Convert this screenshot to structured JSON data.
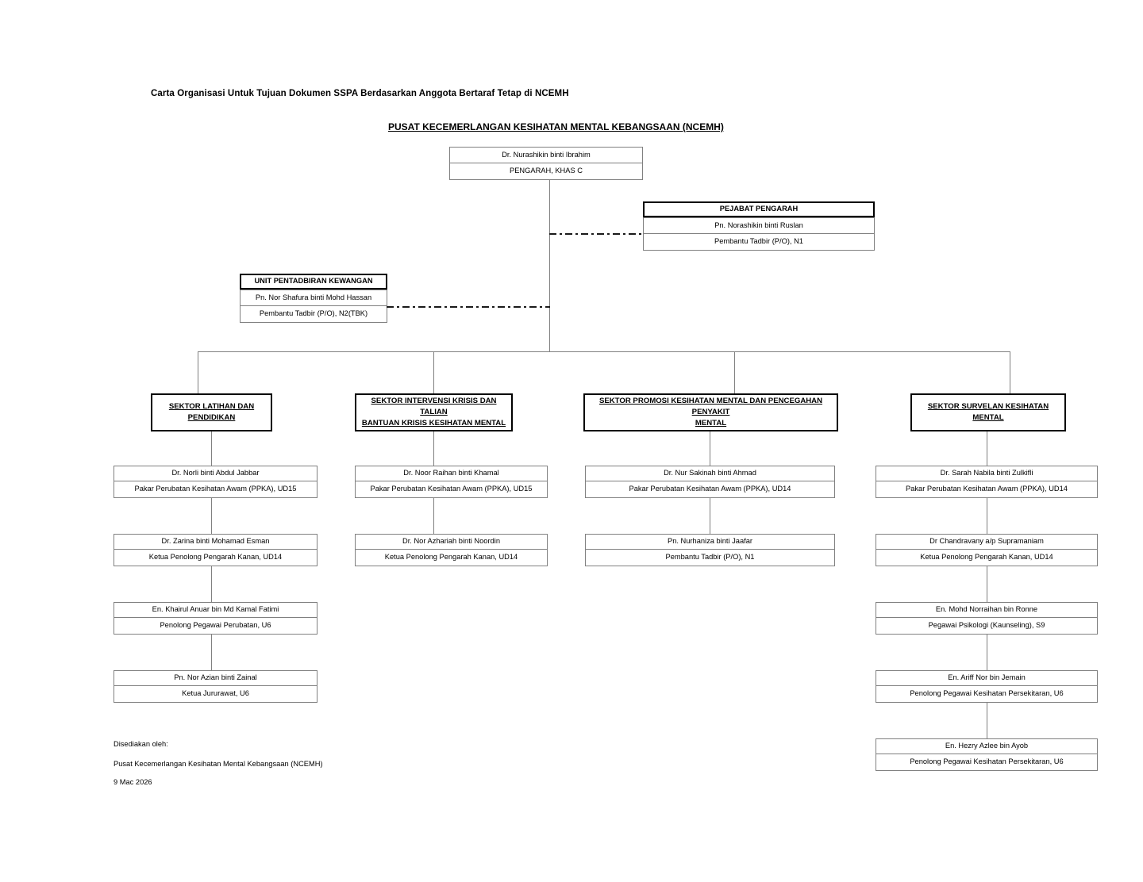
{
  "document": {
    "title": "Carta Organisasi Untuk Tujuan Dokumen SSPA Berdasarkan Anggota Bertaraf Tetap di NCEMH",
    "org_title": "PUSAT KECEMERLANGAN KESIHATAN MENTAL KEBANGSAAN (NCEMH)"
  },
  "director": {
    "name": "Dr. Nurashikin binti Ibrahim",
    "position": "PENGARAH, KHAS C"
  },
  "director_office": {
    "header": "PEJABAT PENGARAH",
    "name": "Pn. Norashikin binti Ruslan",
    "position": "Pembantu Tadbir (P/O), N1"
  },
  "finance_unit": {
    "header": "UNIT PENTADBIRAN KEWANGAN",
    "name": "Pn. Nor Shafura binti Mohd Hassan",
    "position": "Pembantu Tadbir (P/O), N2(TBK)"
  },
  "sectors": [
    {
      "id": "latihan-pendidikan",
      "title_lines": [
        "SEKTOR LATIHAN DAN ",
        "PENDIDIKAN"
      ],
      "staff": [
        {
          "name": "Dr. Norli binti Abdul Jabbar",
          "position": "Pakar Perubatan Kesihatan Awam (PPKA), UD15"
        },
        {
          "name": "Dr. Zarina binti Mohamad Esman",
          "position": "Ketua Penolong Pengarah Kanan, UD14"
        },
        {
          "name": "En. Khairul Anuar bin Md Kamal Fatimi",
          "position": "Penolong Pegawai Perubatan, U6"
        },
        {
          "name": "Pn. Nor Azian binti Zainal",
          "position": "Ketua Jururawat, U6"
        }
      ]
    },
    {
      "id": "intervensi-krisis",
      "title_lines": [
        "SEKTOR INTERVENSI KRISIS DAN TALIAN ",
        "BANTUAN KRISIS KESIHATAN MENTAL "
      ],
      "staff": [
        {
          "name": "Dr. Noor Raihan binti Khamal",
          "position": "Pakar Perubatan Kesihatan Awam (PPKA), UD15"
        },
        {
          "name": "Dr. Nor Azhariah binti Noordin",
          "position": "Ketua Penolong Pengarah Kanan, UD14"
        }
      ]
    },
    {
      "id": "promosi-pencegahan",
      "title_lines": [
        "SEKTOR PROMOSI KESIHATAN MENTAL DAN PENCEGAHAN PENYAKIT ",
        "MENTAL "
      ],
      "staff": [
        {
          "name": "Dr. Nur Sakinah binti Ahmad",
          "position": "Pakar Perubatan Kesihatan Awam (PPKA), UD14"
        },
        {
          "name": "Pn. Nurhaniza binti Jaafar",
          "position": "Pembantu Tadbir (P/O), N1"
        }
      ]
    },
    {
      "id": "survelan",
      "title_lines": [
        "SEKTOR SURVELAN KESIHATAN MENTAL "
      ],
      "staff": [
        {
          "name": "Dr. Sarah Nabila binti Zulkifli",
          "position": "Pakar Perubatan Kesihatan Awam (PPKA), UD14"
        },
        {
          "name": "Dr Chandravany a/p Supramaniam",
          "position": "Ketua Penolong Pengarah Kanan, UD14"
        },
        {
          "name": "En. Mohd Norraihan bin Ronne",
          "position": "Pegawai Psikologi (Kaunseling), S9"
        },
        {
          "name": "En. Ariff Nor bin Jemain",
          "position": "Penolong Pegawai Kesihatan Persekitaran, U6"
        },
        {
          "name": "En. Hezry Azlee bin Ayob",
          "position": "Penolong Pegawai Kesihatan Persekitaran, U6"
        }
      ]
    }
  ],
  "footer": {
    "prepared_label": "Disediakan oleh:",
    "organisation": "Pusat Kecemerlangan Kesihatan Mental Kebangsaan (NCEMH)",
    "date": "9 Mac 2026"
  },
  "colors": {
    "line": "#808080",
    "strong_border": "#000000",
    "background": "#ffffff"
  }
}
